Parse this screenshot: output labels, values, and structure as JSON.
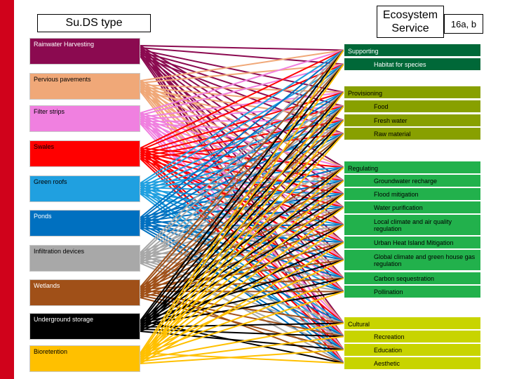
{
  "titles": {
    "suds_type": "Su.DS type",
    "ecosystem_service": "Ecosystem\nService",
    "ref": "16a, b"
  },
  "suds_types": [
    {
      "label": "Rainwater Harvesting",
      "color": "#8b0a50"
    },
    {
      "label": "Pervious pavements",
      "color": "#f0a878"
    },
    {
      "label": "Filter strips",
      "color": "#f080e0"
    },
    {
      "label": "Swales",
      "color": "#ff0000"
    },
    {
      "label": "Green roofs",
      "color": "#20a0e0"
    },
    {
      "label": "Ponds",
      "color": "#0070c0"
    },
    {
      "label": "Infiltration devices",
      "color": "#a8a8a8"
    },
    {
      "label": "Wetlands",
      "color": "#a05018"
    },
    {
      "label": "Underground storage",
      "color": "#000000"
    },
    {
      "label": "Bioretention",
      "color": "#ffc000"
    }
  ],
  "services": [
    {
      "label": "Supporting",
      "kind": "category",
      "color": "#006838"
    },
    {
      "label": "Habitat for species",
      "kind": "item",
      "color": "#006838"
    },
    {
      "label": "Provisioning",
      "kind": "category",
      "color": "#88a000"
    },
    {
      "label": "Food",
      "kind": "item",
      "color": "#88a000"
    },
    {
      "label": "Fresh water",
      "kind": "item",
      "color": "#88a000"
    },
    {
      "label": "Raw material",
      "kind": "item",
      "color": "#88a000"
    },
    {
      "label": "Regulating",
      "kind": "category",
      "color": "#22b14c"
    },
    {
      "label": "Groundwater recharge",
      "kind": "item",
      "color": "#22b14c"
    },
    {
      "label": "Flood mitigation",
      "kind": "item",
      "color": "#22b14c"
    },
    {
      "label": "Water purification",
      "kind": "item",
      "color": "#22b14c"
    },
    {
      "label": "Local climate and air quality regulation",
      "kind": "item",
      "color": "#22b14c"
    },
    {
      "label": "Urban Heat Island Mitigation",
      "kind": "item",
      "color": "#22b14c"
    },
    {
      "label": "Global climate and green house gas regulation",
      "kind": "item",
      "color": "#22b14c"
    },
    {
      "label": "Carbon sequestration",
      "kind": "item",
      "color": "#22b14c"
    },
    {
      "label": "Pollination",
      "kind": "item",
      "color": "#22b14c"
    },
    {
      "label": "Cultural",
      "kind": "category",
      "color": "#c8d400"
    },
    {
      "label": "Recreation",
      "kind": "item",
      "color": "#c8d400"
    },
    {
      "label": "Education",
      "kind": "item",
      "color": "#c8d400"
    },
    {
      "label": "Aesthetic",
      "kind": "item",
      "color": "#c8d400"
    }
  ],
  "links": [
    [
      0,
      [
        0,
        1,
        2,
        3,
        4,
        5,
        6,
        7,
        8,
        9,
        10,
        11,
        12,
        13,
        14,
        15,
        16,
        17,
        18
      ]
    ],
    [
      1,
      [
        0,
        1,
        2,
        3,
        4,
        5,
        6,
        7,
        8,
        9,
        10,
        11,
        12,
        13,
        14,
        15,
        16,
        17,
        18
      ]
    ],
    [
      2,
      [
        0,
        1,
        2,
        3,
        4,
        5,
        6,
        7,
        8,
        9,
        10,
        11,
        12,
        13,
        14,
        15,
        16,
        17,
        18
      ]
    ],
    [
      3,
      [
        0,
        1,
        2,
        3,
        4,
        5,
        6,
        7,
        8,
        9,
        10,
        11,
        12,
        13,
        14,
        15,
        16,
        17,
        18
      ]
    ],
    [
      4,
      [
        0,
        1,
        2,
        3,
        4,
        5,
        6,
        7,
        8,
        9,
        10,
        11,
        12,
        13,
        14,
        15,
        16,
        17,
        18
      ]
    ],
    [
      5,
      [
        0,
        1,
        2,
        3,
        4,
        5,
        6,
        7,
        8,
        9,
        10,
        11,
        12,
        13,
        14,
        15,
        16,
        17,
        18
      ]
    ],
    [
      6,
      [
        0,
        1,
        2,
        3,
        4,
        5,
        6,
        7,
        8,
        9,
        10,
        11,
        12,
        13,
        14,
        15,
        16,
        17,
        18
      ]
    ],
    [
      7,
      [
        0,
        1,
        2,
        3,
        4,
        5,
        6,
        7,
        8,
        9,
        10,
        11,
        12,
        13,
        14,
        15,
        16,
        17,
        18
      ]
    ],
    [
      8,
      [
        0,
        1,
        2,
        3,
        4,
        5,
        6,
        7,
        8,
        9,
        10,
        11,
        12,
        13,
        14,
        15,
        16,
        17,
        18
      ]
    ],
    [
      9,
      [
        0,
        1,
        2,
        3,
        4,
        5,
        6,
        7,
        8,
        9,
        10,
        11,
        12,
        13,
        14,
        15,
        16,
        17,
        18
      ]
    ]
  ]
}
